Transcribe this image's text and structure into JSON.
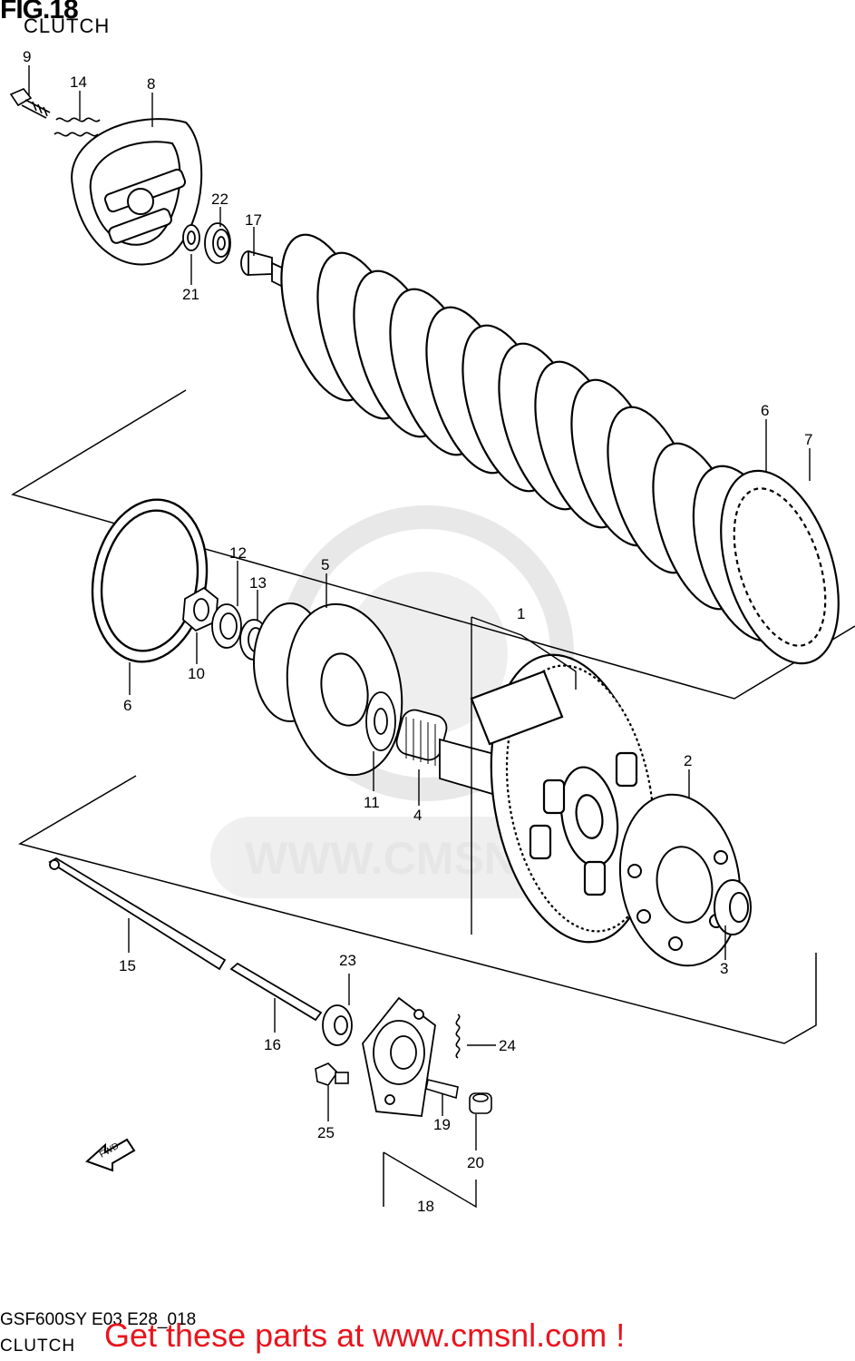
{
  "header": {
    "title": "FIG.18",
    "subtitle": "CLUTCH"
  },
  "footer": {
    "model_code": "GSF600SY E03 E28_018",
    "section": "CLUTCH",
    "promo_text": "Get these parts at www.cmsnl.com !"
  },
  "watermark": {
    "text": "WWW.CMSNL"
  },
  "fwd_arrow": {
    "label": "FWD"
  },
  "parts": [
    {
      "id": "p9",
      "number": "9"
    },
    {
      "id": "p14",
      "number": "14"
    },
    {
      "id": "p8",
      "number": "8"
    },
    {
      "id": "p22",
      "number": "22"
    },
    {
      "id": "p17",
      "number": "17"
    },
    {
      "id": "p21",
      "number": "21"
    },
    {
      "id": "p6a",
      "number": "6"
    },
    {
      "id": "p7",
      "number": "7"
    },
    {
      "id": "p12",
      "number": "12"
    },
    {
      "id": "p13",
      "number": "13"
    },
    {
      "id": "p5",
      "number": "5"
    },
    {
      "id": "p1",
      "number": "1"
    },
    {
      "id": "p10",
      "number": "10"
    },
    {
      "id": "p6b",
      "number": "6"
    },
    {
      "id": "p2",
      "number": "2"
    },
    {
      "id": "p11",
      "number": "11"
    },
    {
      "id": "p4",
      "number": "4"
    },
    {
      "id": "p15",
      "number": "15"
    },
    {
      "id": "p3",
      "number": "3"
    },
    {
      "id": "p23",
      "number": "23"
    },
    {
      "id": "p16",
      "number": "16"
    },
    {
      "id": "p24",
      "number": "24"
    },
    {
      "id": "p19",
      "number": "19"
    },
    {
      "id": "p25",
      "number": "25"
    },
    {
      "id": "p20",
      "number": "20"
    },
    {
      "id": "p18",
      "number": "18"
    }
  ]
}
